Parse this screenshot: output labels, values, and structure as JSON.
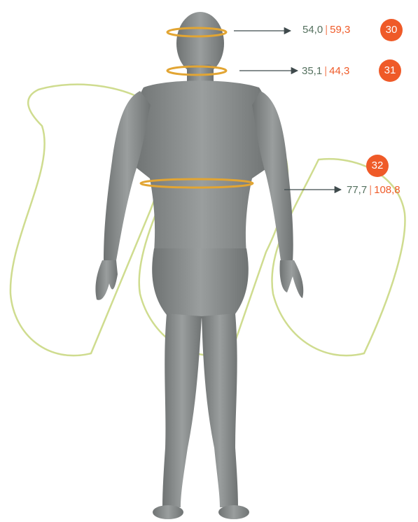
{
  "colors": {
    "body_fill": "#8b8f8f",
    "ring": "#e2a533",
    "arrow": "#3f4a4c",
    "decor_outline": "#cfdc8f",
    "value_primary": "#55715f",
    "value_secondary": "#ef5a28",
    "badge": "#ef5a28"
  },
  "measurements": [
    {
      "id": "head",
      "badge": "30",
      "value_a": "54,0",
      "separator": "|",
      "value_b": "59,3"
    },
    {
      "id": "neck",
      "badge": "31",
      "value_a": "35,1",
      "separator": "|",
      "value_b": "44,3"
    },
    {
      "id": "waist",
      "badge": "32",
      "value_a": "77,7",
      "separator": "|",
      "value_b": "108,8"
    }
  ]
}
